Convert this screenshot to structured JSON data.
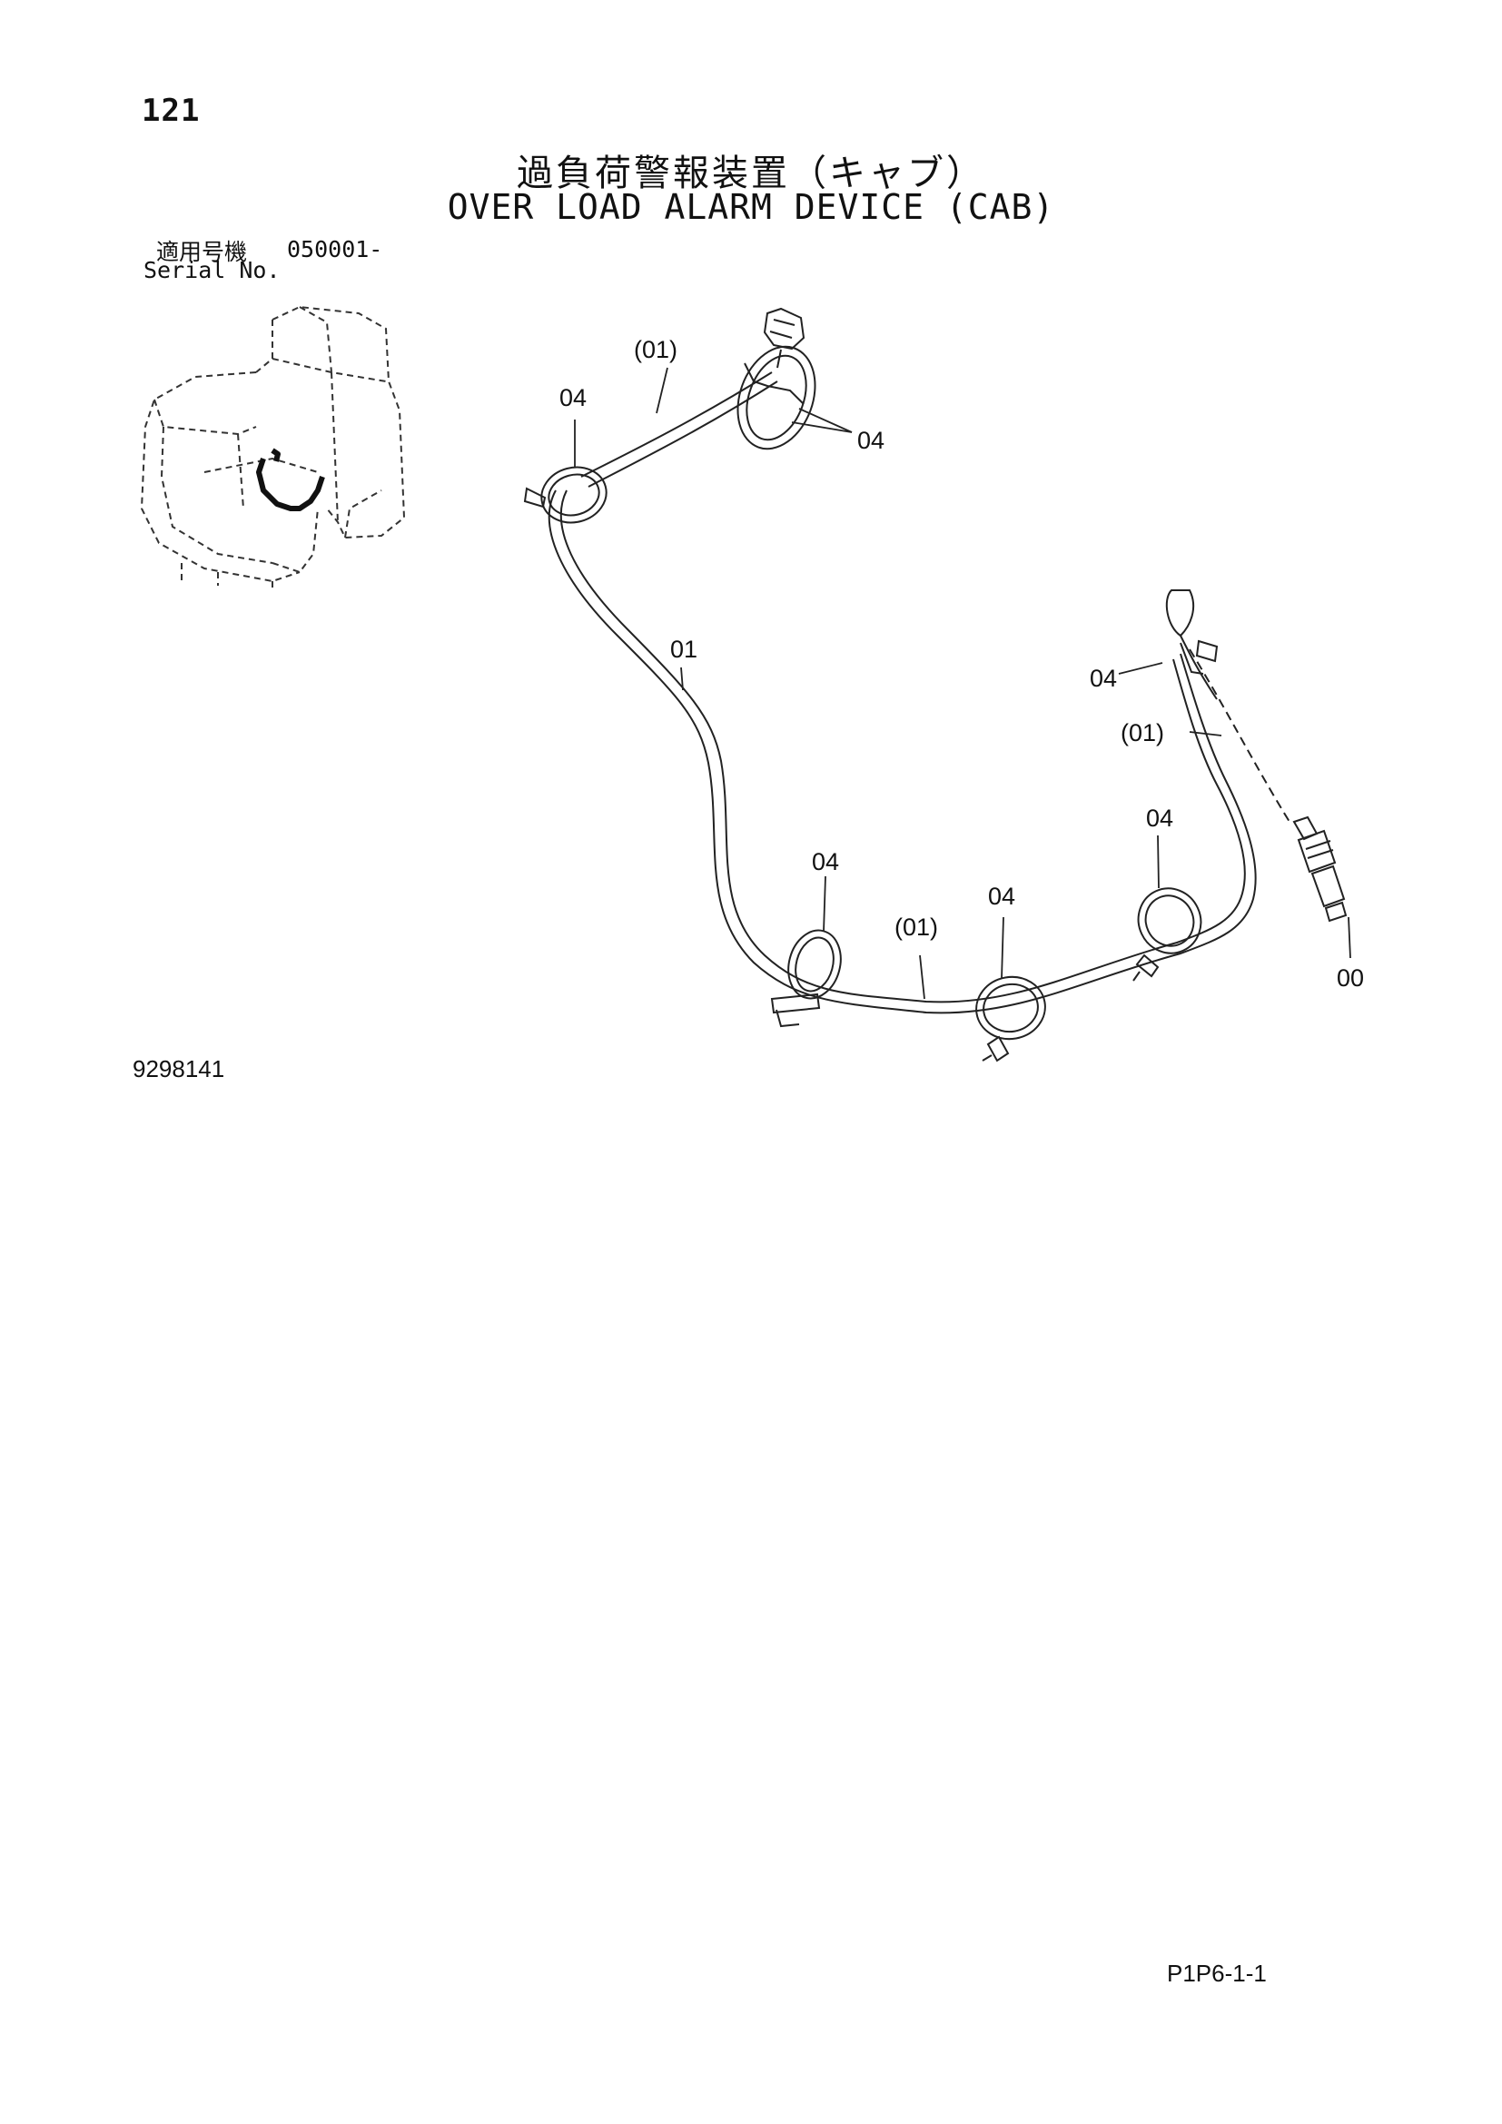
{
  "header": {
    "page_number": "121",
    "title_jp": "過負荷警報装置（キャブ）",
    "title_en": "OVER LOAD ALARM DEVICE (CAB)"
  },
  "serial": {
    "label_jp": "適用号機",
    "range": "050001-",
    "label_en": "Serial No."
  },
  "figure_id": "9298141",
  "page_code": "P1P6-1-1",
  "callouts": [
    {
      "id": "c-01-top",
      "text": "(01)"
    },
    {
      "id": "c-04-top-left",
      "text": "04"
    },
    {
      "id": "c-04-top-right",
      "text": "04"
    },
    {
      "id": "c-01-main",
      "text": "01"
    },
    {
      "id": "c-04-right-upper",
      "text": "04"
    },
    {
      "id": "c-01-right",
      "text": "(01)"
    },
    {
      "id": "c-04-bottom-1",
      "text": "04"
    },
    {
      "id": "c-04-bottom-2",
      "text": "04"
    },
    {
      "id": "c-04-bottom-3",
      "text": "04"
    },
    {
      "id": "c-01-bottom",
      "text": "(01)"
    },
    {
      "id": "c-00",
      "text": "00"
    }
  ]
}
